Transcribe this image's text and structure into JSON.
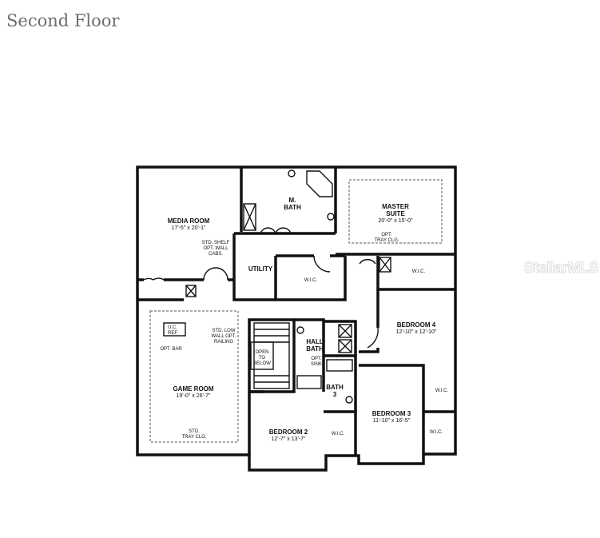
{
  "title": "Second Floor",
  "watermark": "StellarMLS",
  "rooms": {
    "media_room": {
      "name": "MEDIA ROOM",
      "dims": "17'-5\" x 20'-1\""
    },
    "m_bath": {
      "name1": "M.",
      "name2": "BATH"
    },
    "master_suite": {
      "name1": "MASTER",
      "name2": "SUITE",
      "dims": "20'-0\" x 15'-0\""
    },
    "utility": {
      "name": "UTILITY"
    },
    "game_room": {
      "name": "GAME ROOM",
      "dims": "19'-0\" x 26'-7\""
    },
    "bedroom_2": {
      "name": "BEDROOM 2",
      "dims": "12'-7\" x 13'-7\""
    },
    "bedroom_3": {
      "name": "BEDROOM 3",
      "dims": "11'-10\" x 16'-5\""
    },
    "bedroom_4": {
      "name": "BEDROOM 4",
      "dims": "12'-10\" x 12'-10\""
    },
    "hall_bath": {
      "name1": "HALL",
      "name2": "BATH"
    },
    "bath_3": {
      "name1": "BATH",
      "name2": "3"
    },
    "wic": "W.I.C."
  },
  "notes": {
    "std_shelf": [
      "STD. SHELF",
      "OPT. WALL",
      "CABS."
    ],
    "opt_tray_master": [
      "OPT.",
      "TRAY CLG."
    ],
    "uc_ref": [
      "U.C.",
      "REF"
    ],
    "opt_bar": "OPT. BAR",
    "std_low_wall": [
      "STD. LOW",
      "WALL OPT.",
      "RAILING"
    ],
    "open_to_below": [
      "OPEN",
      "TO",
      "BELOW"
    ],
    "opt_sink": [
      "OPT.",
      "SINK"
    ],
    "std_tray_game": [
      "STD.",
      "TRAY CLG."
    ]
  }
}
